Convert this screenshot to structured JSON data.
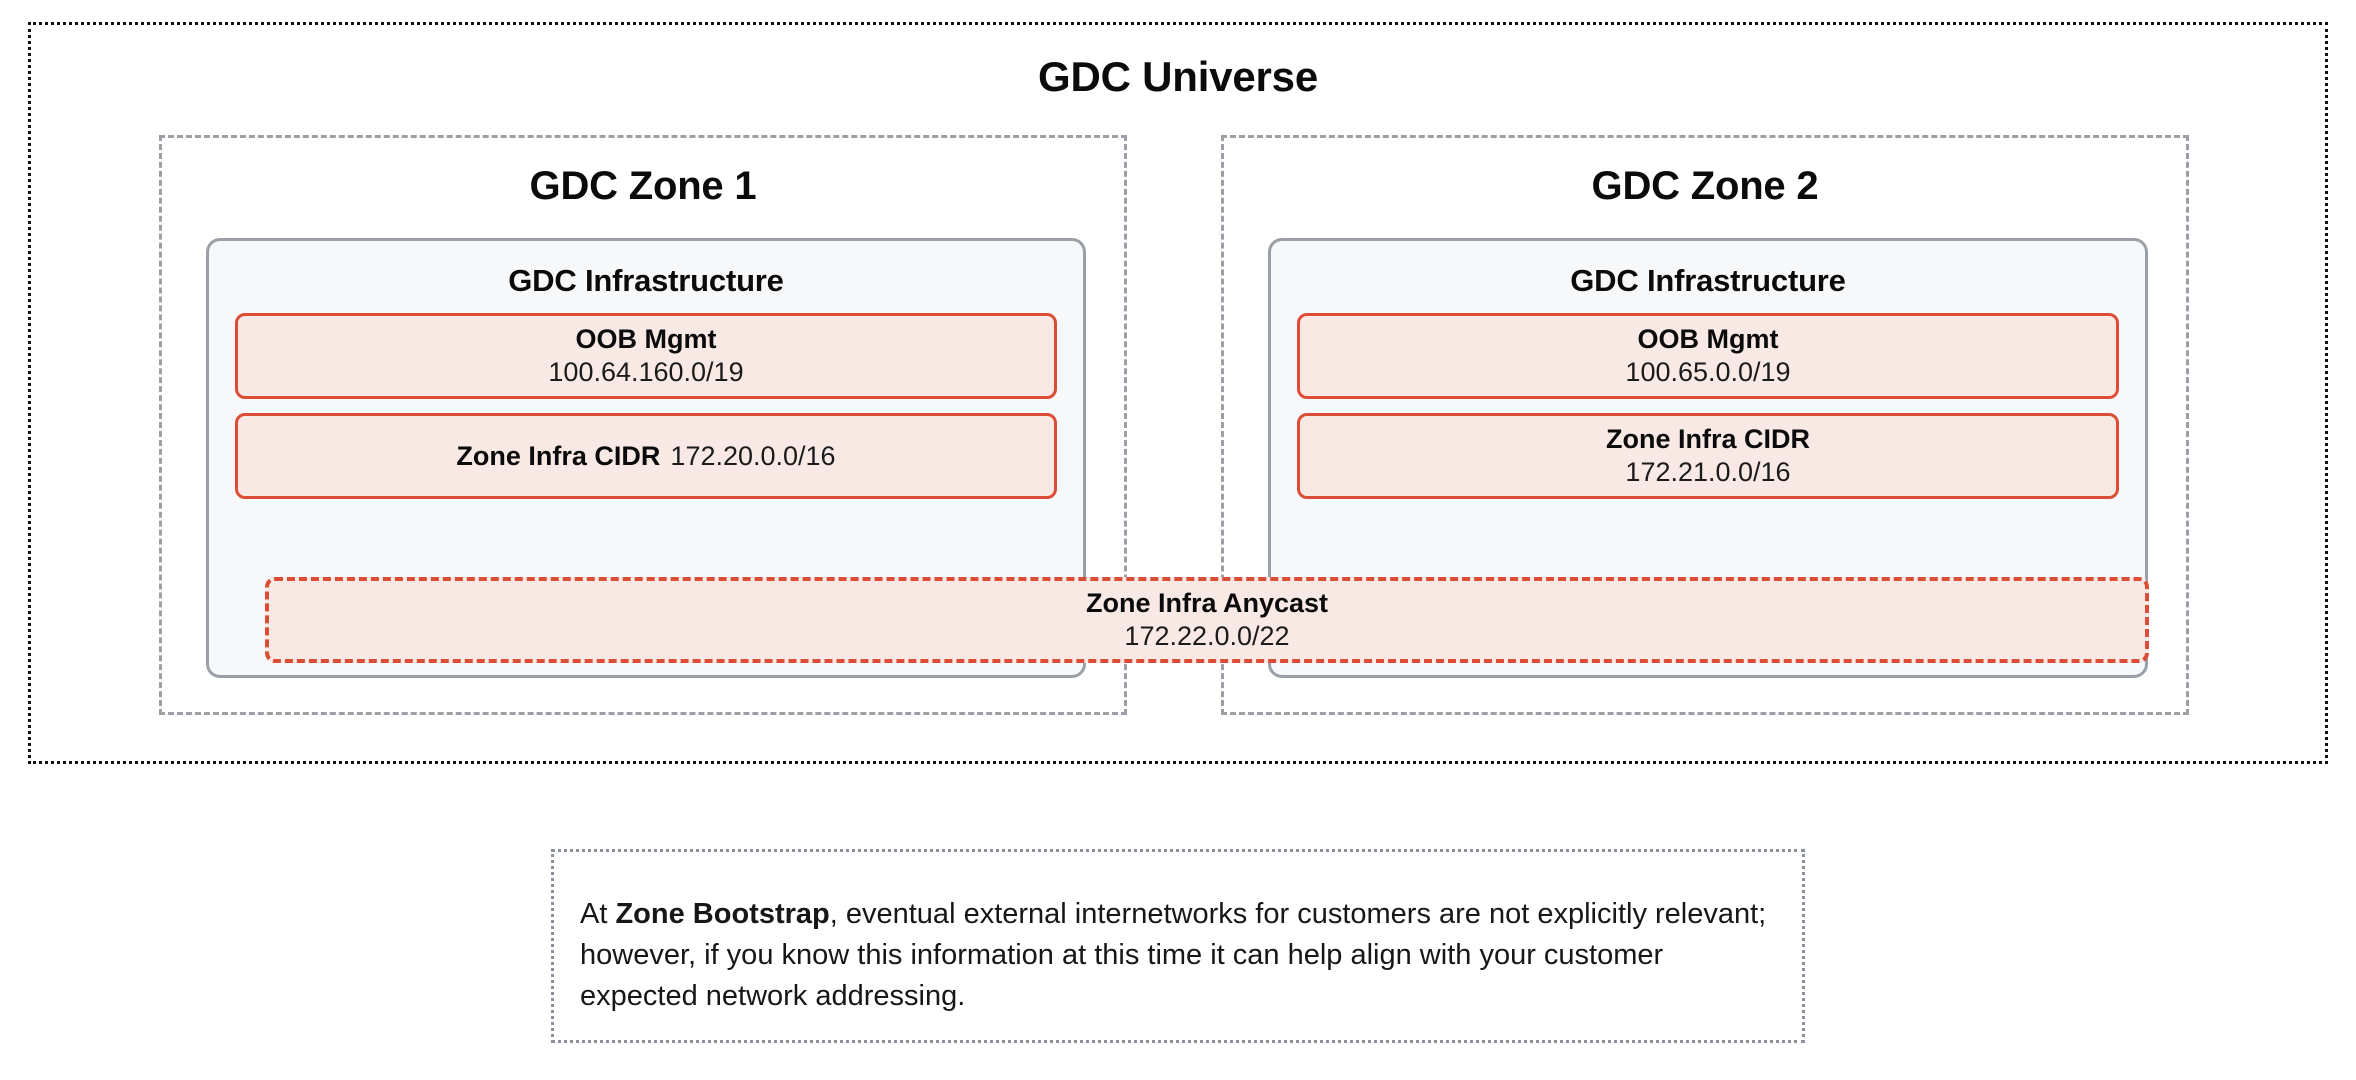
{
  "universe": {
    "title": "GDC Universe",
    "border_style": "dotted",
    "border_color": "#111111"
  },
  "colors": {
    "net_border": "#db4e35",
    "net_fill": "#f9e9e5",
    "infra_border": "#9aa0a6",
    "infra_fill": "#f6f8fa",
    "zone_border": "#9aa0a6",
    "note_border": "#8a9099"
  },
  "zones": [
    {
      "title": "GDC Zone 1",
      "infrastructure": {
        "title": "GDC Infrastructure",
        "networks": [
          {
            "label": "OOB Mgmt",
            "value": "100.64.160.0/19",
            "layout": "stacked"
          },
          {
            "label": "Zone Infra CIDR",
            "value": "172.20.0.0/16",
            "layout": "inline"
          }
        ]
      }
    },
    {
      "title": "GDC Zone 2",
      "infrastructure": {
        "title": "GDC Infrastructure",
        "networks": [
          {
            "label": "OOB Mgmt",
            "value": "100.65.0.0/19",
            "layout": "stacked"
          },
          {
            "label": "Zone Infra CIDR",
            "value": "172.21.0.0/16",
            "layout": "stacked"
          }
        ]
      }
    }
  ],
  "anycast": {
    "label": "Zone Infra Anycast",
    "value": "172.22.0.0/22"
  },
  "note": {
    "bold_lead_prefix": "At ",
    "bold_term": "Zone Bootstrap",
    "body": ", eventual external internetworks for customers are not explicitly relevant; however, if you know this information at this time it can help align with your customer expected network addressing."
  }
}
